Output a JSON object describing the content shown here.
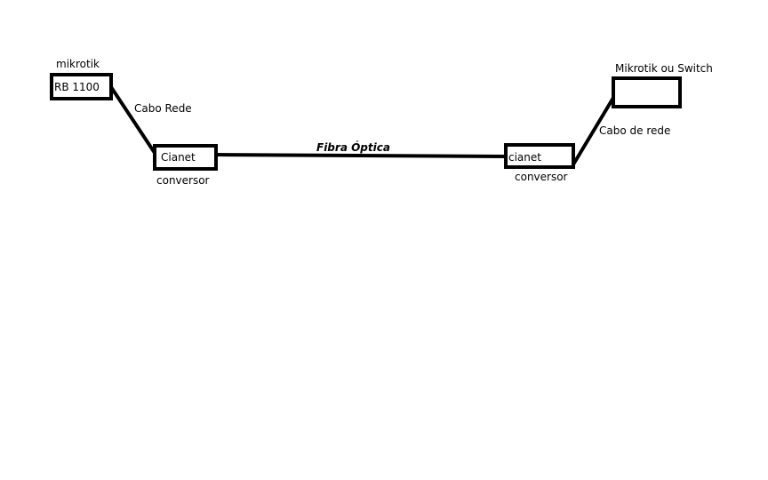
{
  "diagram": {
    "stroke_color": "#000000",
    "background": "#ffffff",
    "left_device": {
      "title": "mikrotik",
      "box_label": "RB 1100"
    },
    "left_cable": "Cabo Rede",
    "left_converter": {
      "box_label": "Cianet",
      "caption": "conversor"
    },
    "fiber_link": "Fibra Óptica",
    "right_converter": {
      "box_label": "cianet",
      "caption": "conversor"
    },
    "right_cable": "Cabo de rede",
    "right_device": {
      "title": "Mikrotik ou Switch",
      "box_label": ""
    }
  }
}
